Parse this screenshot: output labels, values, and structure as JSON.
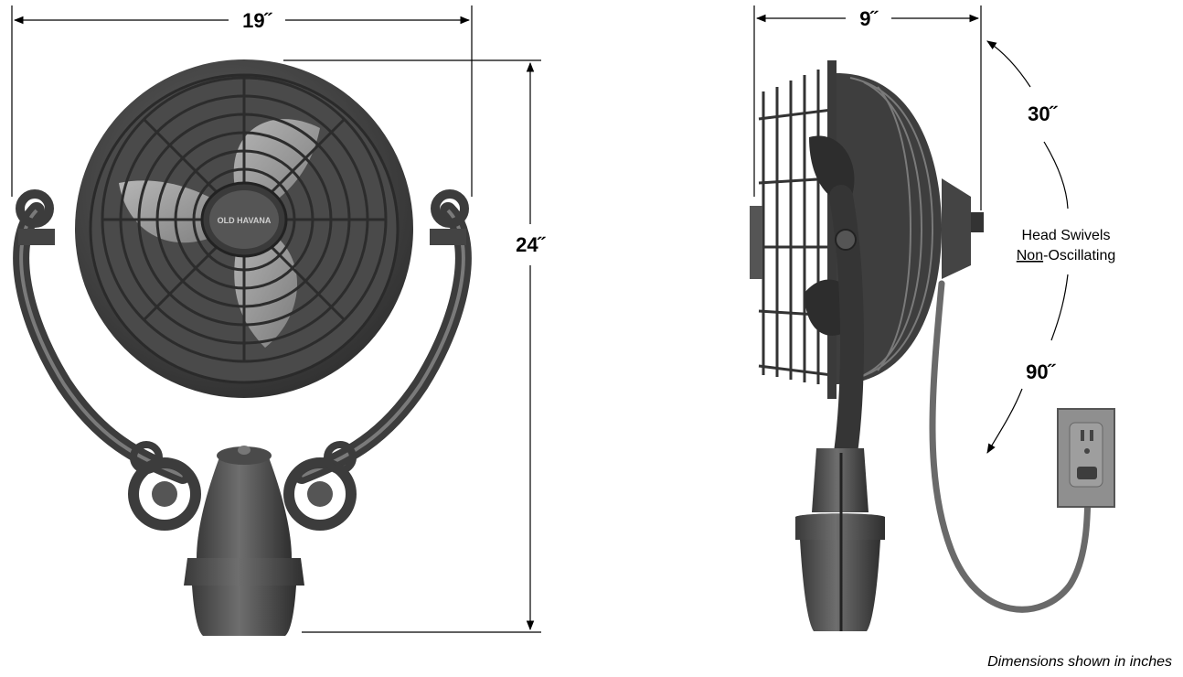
{
  "front_view": {
    "width_label": "19˝",
    "height_label": "24˝",
    "logo_text": "OLD HAVANA"
  },
  "side_view": {
    "depth_label": "9˝",
    "tilt_up_label": "30˝",
    "tilt_down_label": "90˝",
    "swivel_line1": "Head Swivels",
    "swivel_non": "Non",
    "swivel_rest": "-Oscillating"
  },
  "footnote": "Dimensions shown in inches",
  "colors": {
    "fan_dark": "#3d3d3d",
    "fan_mid": "#5a5a5a",
    "fan_light": "#8a8a8a",
    "blade": "#9a9a9a",
    "outlet": "#8f8f8f"
  }
}
